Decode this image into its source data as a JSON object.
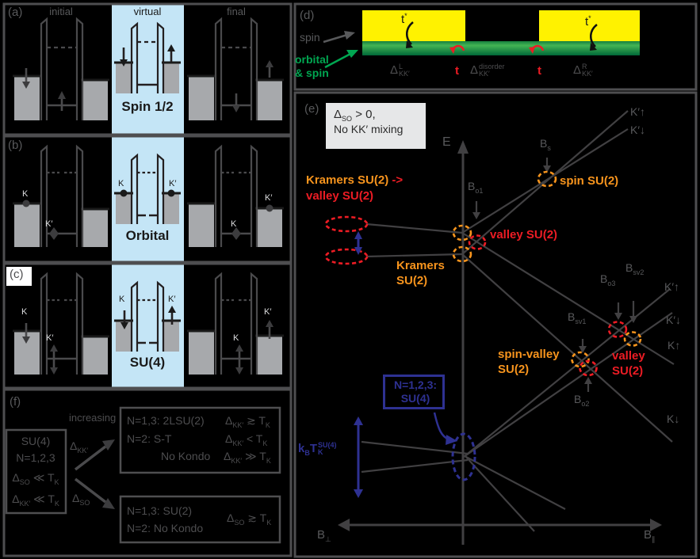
{
  "colors": {
    "background": "#000000",
    "line_gray": "#414042",
    "text_gray": "#58595B",
    "accent_orange": "#F7941D",
    "accent_red": "#EC1C24",
    "accent_blue": "#2E3192",
    "accent_green": "#00A651",
    "highlight_blue": "#C4E5F6",
    "lead_gray": "#A7A9AC",
    "note_gray_bg": "#E6E7E8",
    "yellow": "#FFF200"
  },
  "panel_a": {
    "label": "(a)",
    "col_initial": "initial",
    "col_virtual": "virtual",
    "col_final": "final",
    "process": "Spin 1/2"
  },
  "panel_b": {
    "label": "(b)",
    "process": "Orbital",
    "k": "K",
    "kp": "K′"
  },
  "panel_c": {
    "label": "(c)",
    "process": "SU(4)",
    "k": "K",
    "kp": "K′"
  },
  "panel_d": {
    "label": "(d)",
    "spin_label": "spin",
    "orbital_label_1": "orbital",
    "orbital_label_2": "& spin",
    "t_star": "t",
    "star": "*",
    "t": "t",
    "delta": "Δ",
    "sup_L": "L",
    "sup_disorder": "disorder",
    "sup_R": "R",
    "sub_KK": "KK′"
  },
  "panel_e": {
    "label": "(e)",
    "note_delta": "Δ",
    "note_sub": "SO",
    "note_rest": " > 0,",
    "note_line2": "No KK′ mixing",
    "axis_E": "E",
    "B": "B",
    "sub_perp": "⊥",
    "sub_par": "∥",
    "sub_s": "s",
    "sub_o1": "o1",
    "sub_o2": "o2",
    "sub_o3": "o3",
    "sub_sv1": "sv1",
    "sub_sv2": "sv2",
    "kramers_to_valley_1": "Kramers SU(2)",
    "kramers_arrow": "->",
    "kramers_to_valley_2": "valley SU(2)",
    "kramers_1": "Kramers",
    "kramers_2": "SU(2)",
    "valley_su2_axis": "valley SU(2)",
    "spin_su2": "spin SU(2)",
    "spin_valley_1": "spin-valley",
    "spin_valley_2": "SU(2)",
    "valley_1": "valley",
    "valley_2": "SU(2)",
    "kp_up": "K′↑",
    "kp_dn": "K′↓",
    "k_up": "K↑",
    "k_dn": "K↓",
    "su4_box_1": "N=1,2,3:",
    "su4_box_2": "SU(4)",
    "kbt_k": "k",
    "kbt_b": "B",
    "kbt_T": "T",
    "kbt_sup": "SU(4)",
    "kbt_sub": "K"
  },
  "panel_f": {
    "label": "(f)",
    "increasing": "increasing",
    "left_1": "SU(4)",
    "left_2": "N=1,2,3",
    "delta": "Δ",
    "sub_so": "SO",
    "sub_kk": "KK′",
    "rel_ll": "≪",
    "rel_gtrsim": "≳",
    "rel_lt": "<",
    "rel_gg": "≫",
    "T": "T",
    "sub_K": "K",
    "upper_r1": "N=1,3: 2LSU(2)",
    "upper_r2": "N=2: S-T",
    "upper_r3": "No Kondo",
    "lower_r1": "N=1,3: SU(2)",
    "lower_r2": "N=2: No Kondo"
  }
}
